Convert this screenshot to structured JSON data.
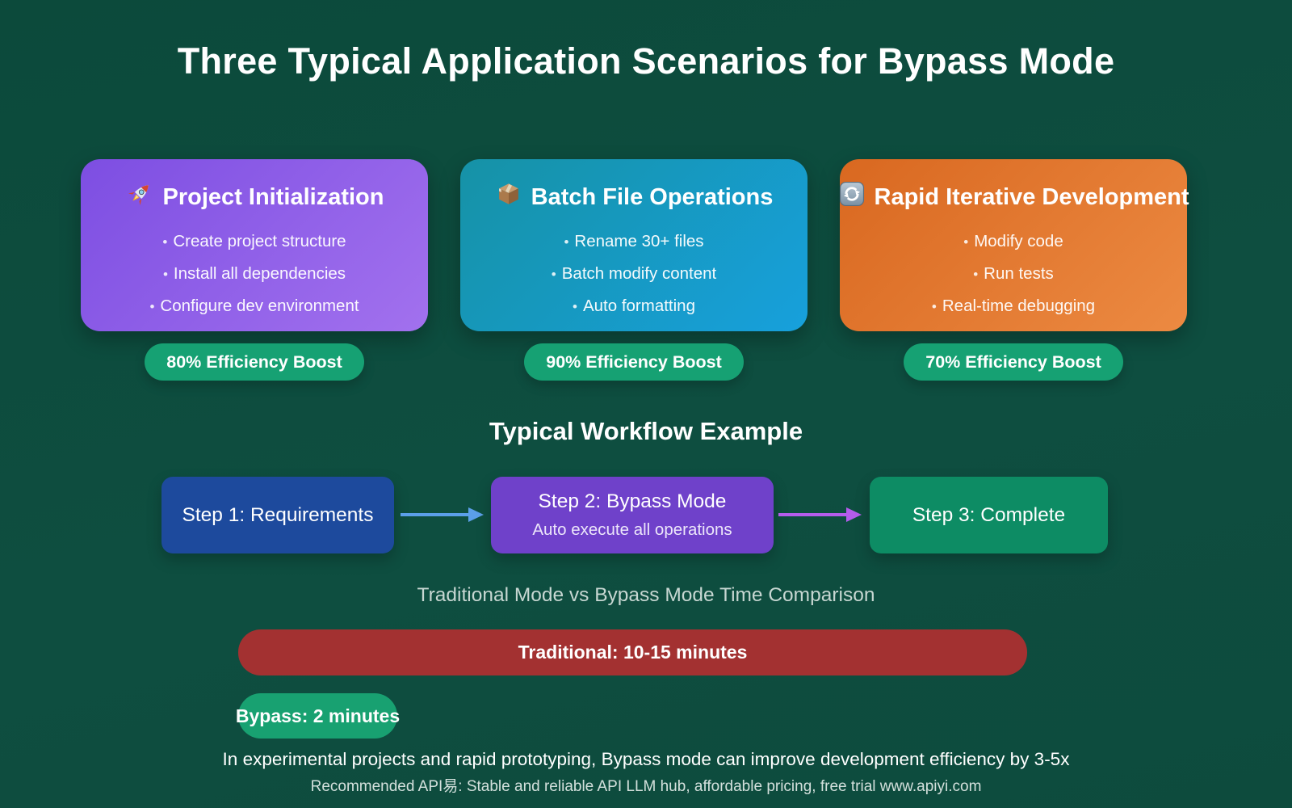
{
  "page": {
    "title": "Three Typical Application Scenarios for Bypass Mode",
    "background_color": "#0d4c3e"
  },
  "scenarios": [
    {
      "icon": "rocket-icon",
      "title": "Project Initialization",
      "bullets": [
        "Create project structure",
        "Install all dependencies",
        "Configure dev environment"
      ],
      "badge": "80% Efficiency Boost",
      "gradient_start": "#7d4ee2",
      "gradient_end": "#a271ee"
    },
    {
      "icon": "package-icon",
      "title": "Batch File Operations",
      "bullets": [
        "Rename 30+ files",
        "Batch modify content",
        "Auto formatting"
      ],
      "badge": "90% Efficiency Boost",
      "gradient_start": "#1692a6",
      "gradient_end": "#17a0dc"
    },
    {
      "icon": "arrows-cycle-icon",
      "title": "Rapid Iterative Development",
      "bullets": [
        "Modify code",
        "Run tests",
        "Real-time debugging"
      ],
      "badge": "70% Efficiency Boost",
      "gradient_start": "#d96820",
      "gradient_end": "#ec8a42"
    }
  ],
  "badge_color": "#16a173",
  "workflow": {
    "heading": "Typical Workflow Example",
    "steps": [
      {
        "label": "Step 1: Requirements",
        "color": "#1d4a9d"
      },
      {
        "label": "Step 2: Bypass Mode",
        "sublabel": "Auto execute all operations",
        "color": "#6f41ca"
      },
      {
        "label": "Step 3: Complete",
        "color": "#0d8c64"
      }
    ],
    "arrow_colors": [
      "#5b9fe9",
      "#b55cec"
    ]
  },
  "comparison": {
    "heading": "Traditional Mode vs Bypass Mode Time Comparison",
    "bars": [
      {
        "label": "Traditional: 10-15 minutes",
        "color": "#a33131"
      },
      {
        "label": "Bypass: 2 minutes",
        "color": "#18a171"
      }
    ]
  },
  "footer": {
    "line1": "In experimental projects and rapid prototyping, Bypass mode can improve development efficiency by 3-5x",
    "line2": "Recommended API易: Stable and reliable API LLM hub, affordable pricing, free trial www.apiyi.com"
  }
}
